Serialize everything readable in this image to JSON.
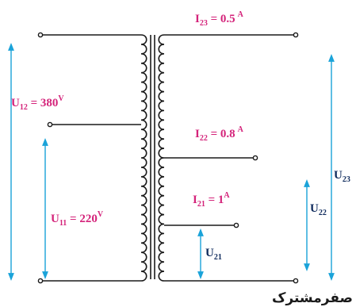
{
  "colors": {
    "wire": "#1a1a1a",
    "arrow": "#1aa3d9",
    "current_label": "#d4237a",
    "voltage_label": "#0e2a5c"
  },
  "primary": {
    "u12": {
      "main": "U",
      "sub": "12",
      "eq": " = 380",
      "unit": "V"
    },
    "u11": {
      "main": "U",
      "sub": "11",
      "eq": " = 220",
      "unit": "V"
    }
  },
  "secondary": {
    "i23": {
      "main": "I",
      "sub": "23",
      "eq": " = 0.5",
      "unit": "A"
    },
    "i22": {
      "main": "I",
      "sub": "22",
      "eq": " = 0.8",
      "unit": "A"
    },
    "i21": {
      "main": "I",
      "sub": "21",
      "eq": " = 1",
      "unit": "A"
    },
    "u23": {
      "main": "U",
      "sub": "23"
    },
    "u22": {
      "main": "U",
      "sub": "22"
    },
    "u21": {
      "main": "U",
      "sub": "21"
    }
  },
  "footer": {
    "text": "صفرمشترک"
  }
}
